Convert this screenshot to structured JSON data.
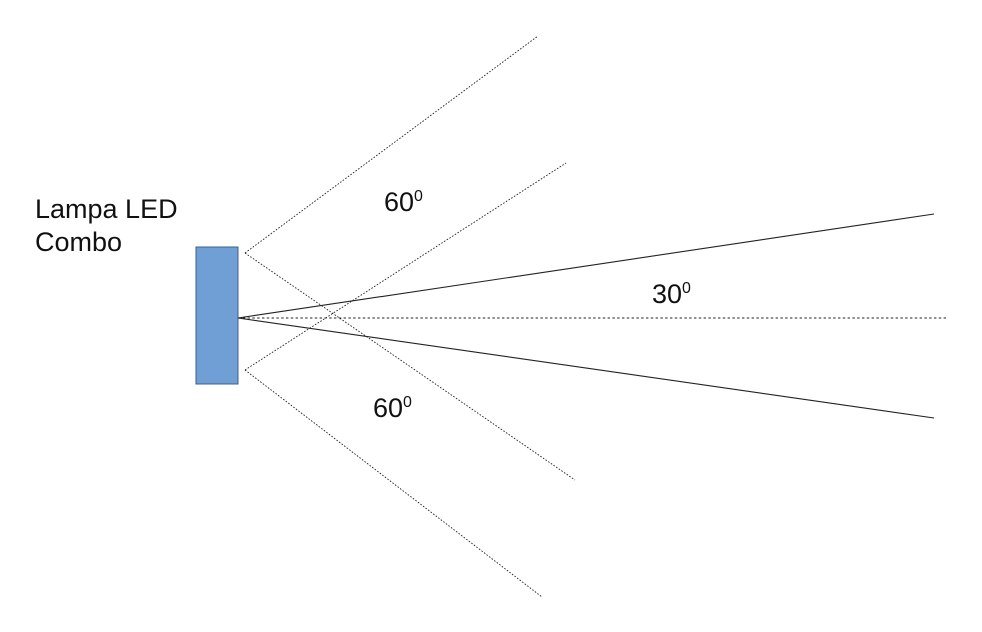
{
  "lamp": {
    "name_line1": "Lampa LED",
    "name_line2": "Combo",
    "fill_color": "#6f9fd4",
    "stroke_color": "#3b5f8a"
  },
  "beams": {
    "wide_top": {
      "value": "60",
      "unit": "0"
    },
    "narrow": {
      "value": "30",
      "unit": "0"
    },
    "wide_bottom": {
      "value": "60",
      "unit": "0"
    }
  }
}
